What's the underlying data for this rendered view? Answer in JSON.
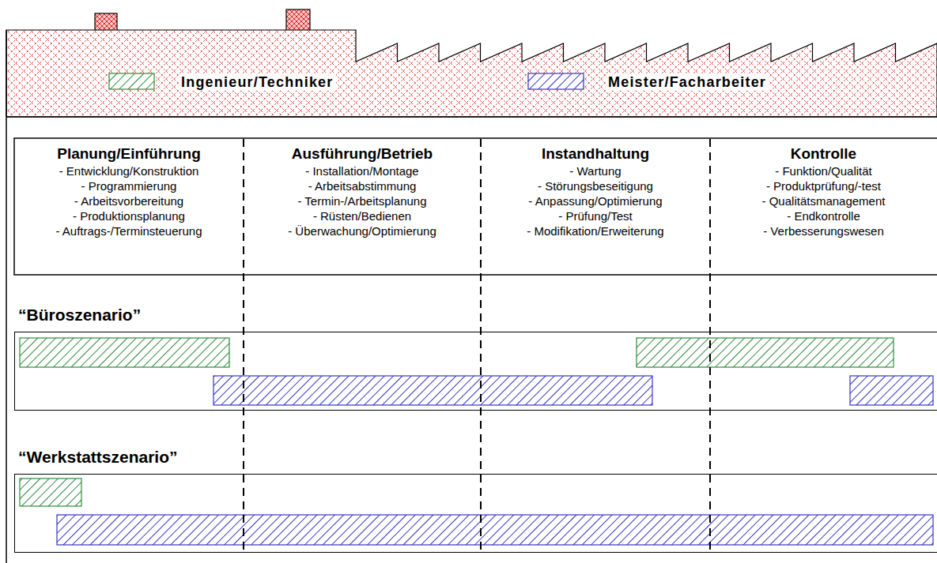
{
  "diagram": {
    "nodes": [
      {
        "text": [
          "Planung/Einführung",
          "- Entwicklung/Konstruktion",
          "- Programmierung",
          "- Arbeitsvorbereitung",
          "- Produktionsplanung",
          "- Auftrags-/Terminsteuerung"
        ]
      },
      {
        "text": [
          "Ausführung/Betrieb",
          "- Installation/Montage",
          "- Arbeitsabstimmung",
          "- Termin-/Arbeitsplanung",
          "- Rüsten/Bedienen",
          "- Überwachung/Optimierung"
        ]
      },
      {
        "text": [
          "Instandhaltung",
          "- Wartung",
          "- Störungsbeseitigung",
          "- Anpassung/Optimierung",
          "- Prüfung/Test",
          "- Modifikation/Erweiterung"
        ]
      },
      {
        "text": [
          "Kontrolle",
          "- Funktion/Qualität",
          "- Produktprüfung/-test",
          "- Qualitätsmanagement",
          "- Endkontrolle",
          "- Verbesserungswesen"
        ]
      },
      {
        "text": [
          "“Büroszenario”"
        ]
      },
      {
        "text": [
          "“Werkstattszenario”"
        ]
      }
    ],
    "legend": [
      {
        "text": "Ingenieur/Techniker",
        "color": "#2e8b3c"
      },
      {
        "text": "Meister/Facharbeiter",
        "color": "#3535c8"
      }
    ]
  }
}
